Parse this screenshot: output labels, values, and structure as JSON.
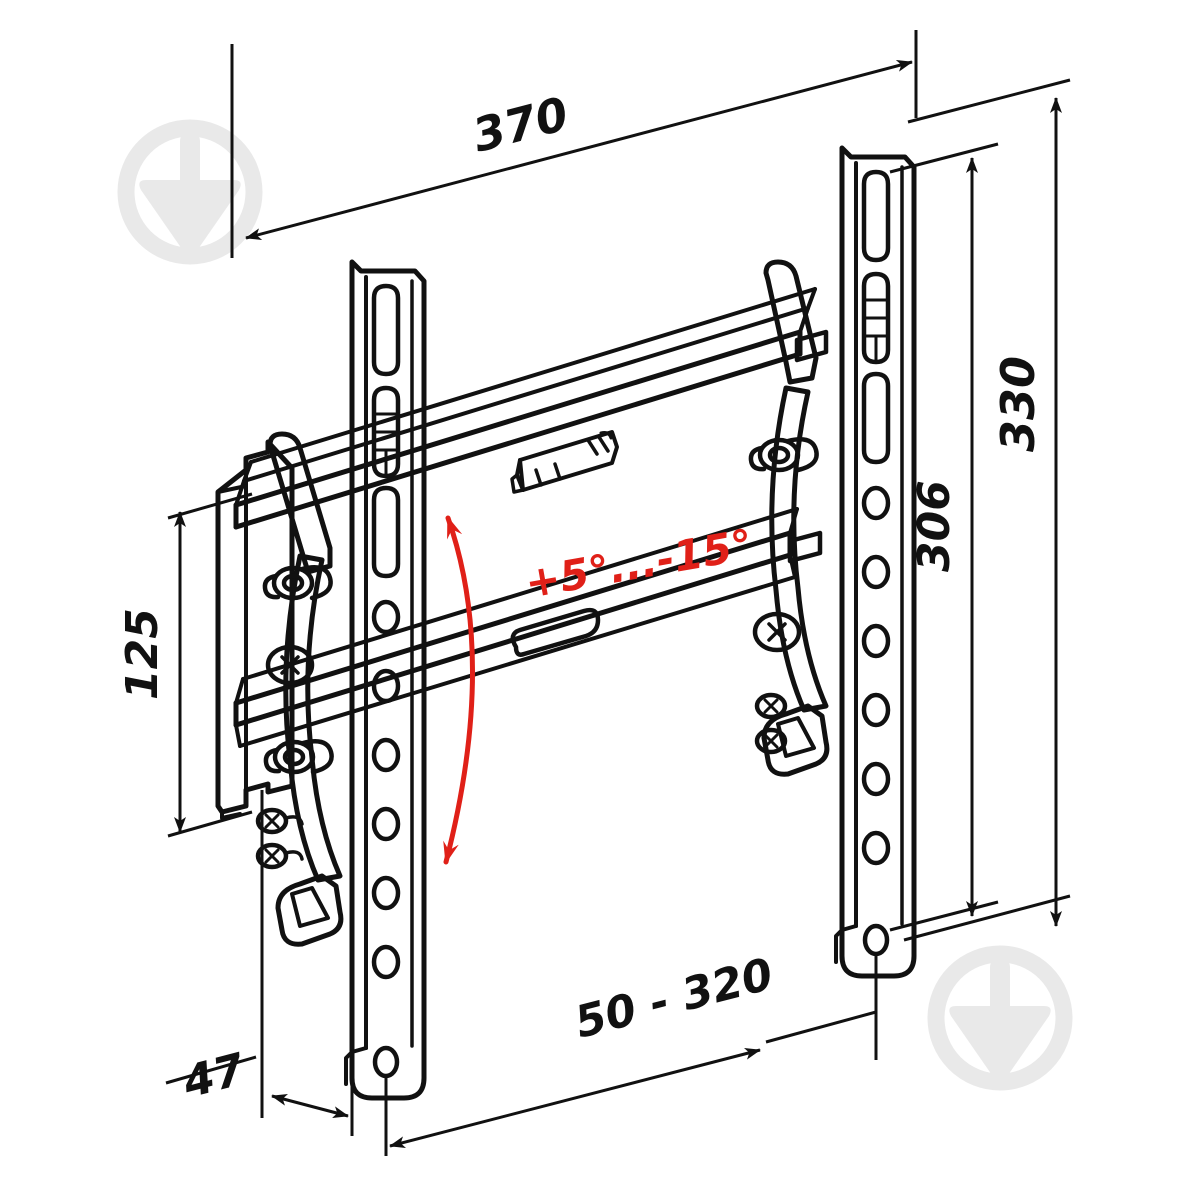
{
  "drawing": {
    "title": "TV wall mount tilting bracket — dimensioned technical drawing",
    "background_color": "#ffffff",
    "line_color": "#111111",
    "accent_color": "#e02018",
    "watermark_color": "#e8e8e8"
  },
  "dimensions": {
    "width_total": "370",
    "height_total": "330",
    "height_inner": "306",
    "height_left_plate": "125",
    "depth": "47",
    "vesa_width_range": "50 - 320"
  },
  "annotations": {
    "tilt_angle": "+5°...-15°"
  },
  "labels": [
    {
      "id": "width-370",
      "text": "370",
      "orientation": "horizontal"
    },
    {
      "id": "height-330",
      "text": "330",
      "orientation": "vertical"
    },
    {
      "id": "height-306",
      "text": "306",
      "orientation": "vertical"
    },
    {
      "id": "height-125",
      "text": "125",
      "orientation": "vertical"
    },
    {
      "id": "depth-47",
      "text": "47",
      "orientation": "horizontal"
    },
    {
      "id": "vesa-50-320",
      "text": "50 - 320",
      "orientation": "horizontal"
    },
    {
      "id": "tilt-angle",
      "text": "+5°...-15°",
      "orientation": "horizontal"
    }
  ],
  "watermarks": [
    {
      "id": "watermark-top-left",
      "icon": "trowel-in-circle-icon"
    },
    {
      "id": "watermark-bottom-right",
      "icon": "trowel-in-circle-icon"
    }
  ]
}
